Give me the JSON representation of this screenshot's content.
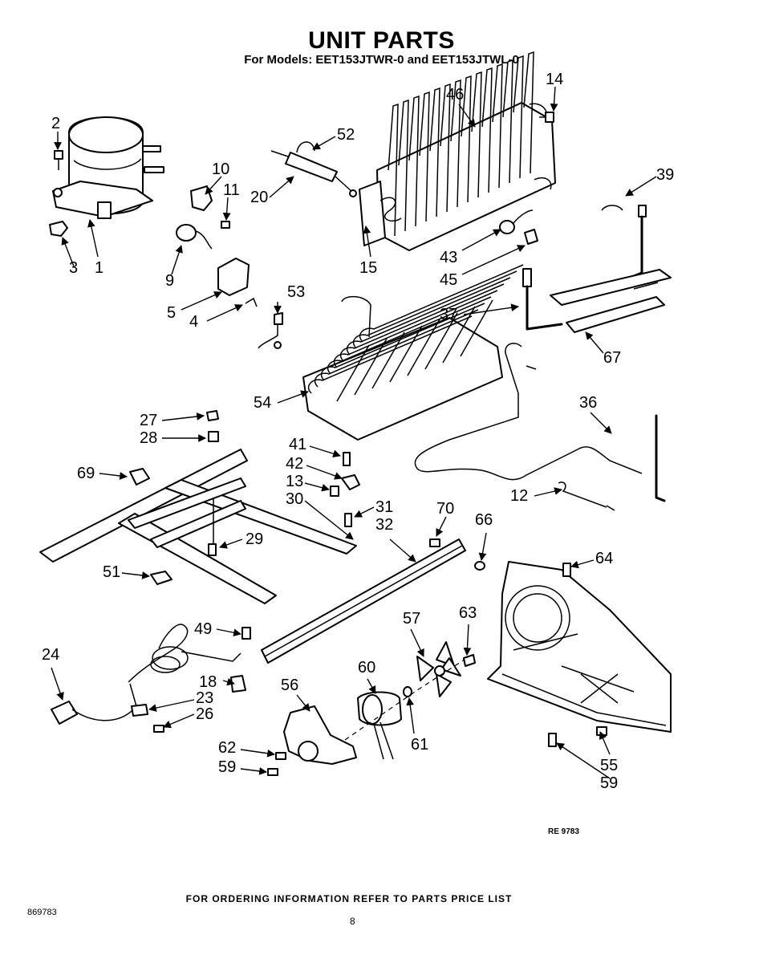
{
  "header": {
    "title": "UNIT PARTS",
    "subtitle": "For Models: EET153JTWR-0 and EET153JTWL-0"
  },
  "callouts": {
    "c1": "1",
    "c2": "2",
    "c3": "3",
    "c4": "4",
    "c5": "5",
    "c9": "9",
    "c10": "10",
    "c11": "11",
    "c12": "12",
    "c13": "13",
    "c14": "14",
    "c15": "15",
    "c18": "18",
    "c20": "20",
    "c23": "23",
    "c24": "24",
    "c26": "26",
    "c27": "27",
    "c28": "28",
    "c29": "29",
    "c30": "30",
    "c31": "31",
    "c32": "32",
    "c36": "36",
    "c37": "37",
    "c39": "39",
    "c41": "41",
    "c42": "42",
    "c43": "43",
    "c45": "45",
    "c46": "46",
    "c49": "49",
    "c51": "51",
    "c52": "52",
    "c53": "53",
    "c54": "54",
    "c55": "55",
    "c56": "56",
    "c57": "57",
    "c59": "59",
    "c59b": "59",
    "c60": "60",
    "c61": "61",
    "c62": "62",
    "c63": "63",
    "c64": "64",
    "c66": "66",
    "c67": "67",
    "c69": "69",
    "c70": "70"
  },
  "ref_code": "RE 9783",
  "footer": {
    "note": "FOR ORDERING INFORMATION REFER TO PARTS PRICE LIST",
    "doc_number": "869783",
    "page_number": "8"
  }
}
